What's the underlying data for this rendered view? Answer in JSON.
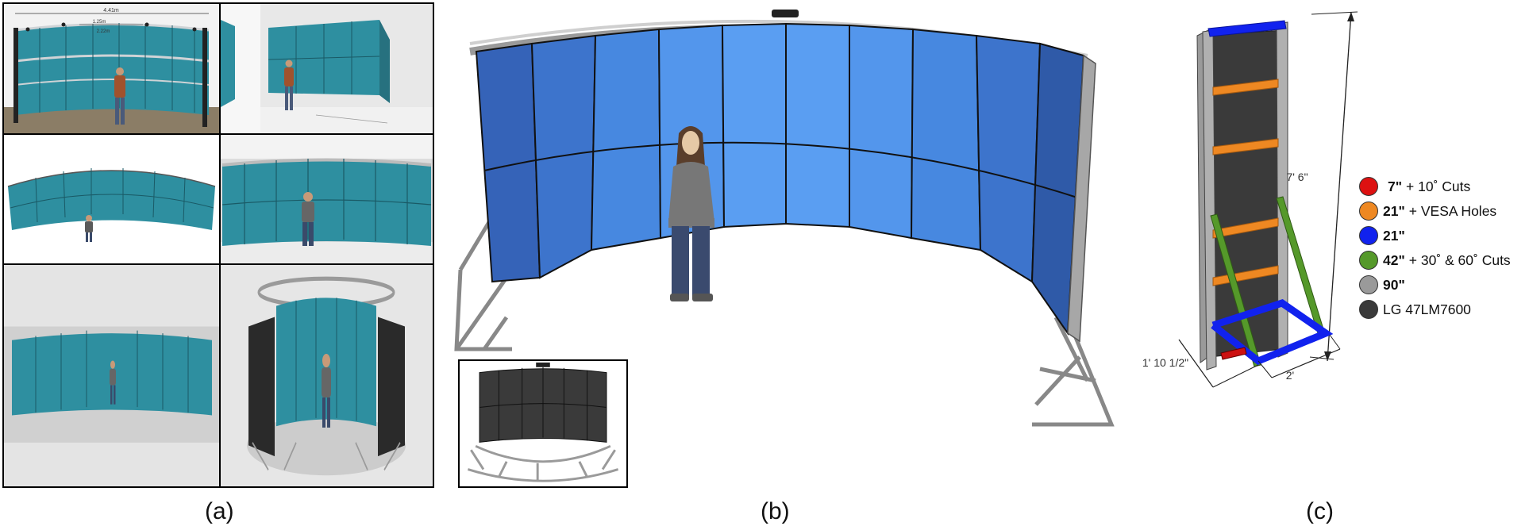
{
  "captions": {
    "a": "(a)",
    "b": "(b)",
    "c": "(c)"
  },
  "panel_a": {
    "dimensions": {
      "width_total": "4.41m",
      "width_mid": "1.25m",
      "width_inner": "2.22m"
    }
  },
  "panel_c": {
    "dimensions": {
      "height": "7' 6\"",
      "depth": "1' 10 1/2\"",
      "width": "2'"
    },
    "legend": [
      {
        "size": "7\"",
        "desc": "+ 10˚ Cuts",
        "color": "#dd1111"
      },
      {
        "size": "21\"",
        "desc": "+ VESA Holes",
        "color": "#ee8822"
      },
      {
        "size": "21\"",
        "desc": "",
        "color": "#1122ee"
      },
      {
        "size": "42\"",
        "desc": "+ 30˚ & 60˚ Cuts",
        "color": "#55992a"
      },
      {
        "size": "90\"",
        "desc": "",
        "color": "#9a9a9a"
      },
      {
        "size": "",
        "desc": "LG 47LM7600",
        "color": "#3a3a3a"
      }
    ]
  },
  "colors": {
    "screen_teal": "#2e8fa0",
    "screen_blue": "#4a8fe0",
    "frame_gray": "#b0b4b8",
    "display_black": "#3a3a3a"
  }
}
